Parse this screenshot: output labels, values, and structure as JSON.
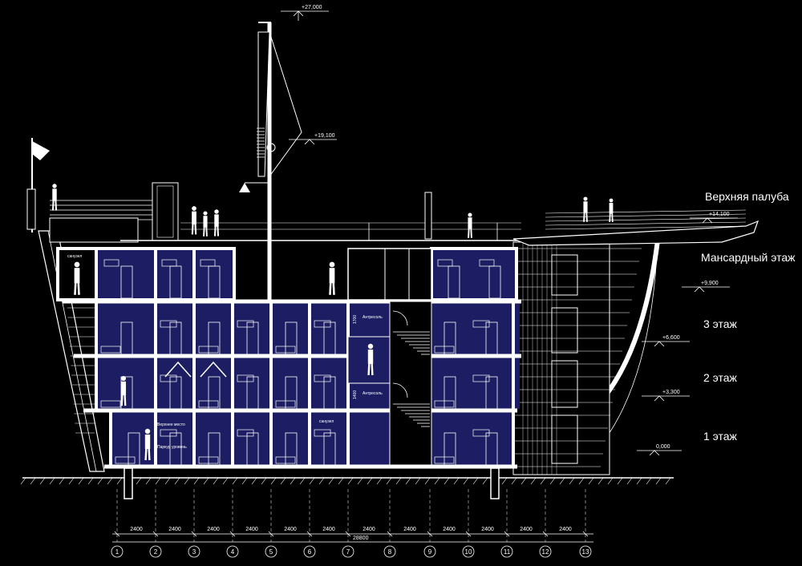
{
  "floor_labels": {
    "upper_deck": "Верхняя палуба",
    "attic": "Мансардный этаж",
    "third": "3 этаж",
    "second": "2 этаж",
    "first": "1 этаж"
  },
  "levels": {
    "top": "+27,000",
    "mast": "+19,100",
    "deck": "+14,100",
    "l4": "+9,900",
    "l3": "+6,600",
    "l2": "+3,300",
    "l1": "0,000"
  },
  "room_labels": {
    "sanuzel_top": "санузел",
    "antresol_1": "Антресоль",
    "antresol_2": "Антресоль",
    "h1": "1700",
    "h2": "1400",
    "sanuzel_bottom": "санузел",
    "verkhnee": "Верхнее место",
    "parkur": "Паркур уровень"
  },
  "dimensions": {
    "span_labels": [
      "2400",
      "2400",
      "2400",
      "2400",
      "2400",
      "2400",
      "2400",
      "2400",
      "2400",
      "2400",
      "2400",
      "2400"
    ],
    "total": "28800"
  },
  "axes": [
    "1",
    "2",
    "3",
    "4",
    "5",
    "6",
    "7",
    "8",
    "9",
    "10",
    "11",
    "12",
    "13"
  ],
  "colors": {
    "background": "#000000",
    "room_fill": "#1c1d62",
    "line": "#ffffff"
  }
}
